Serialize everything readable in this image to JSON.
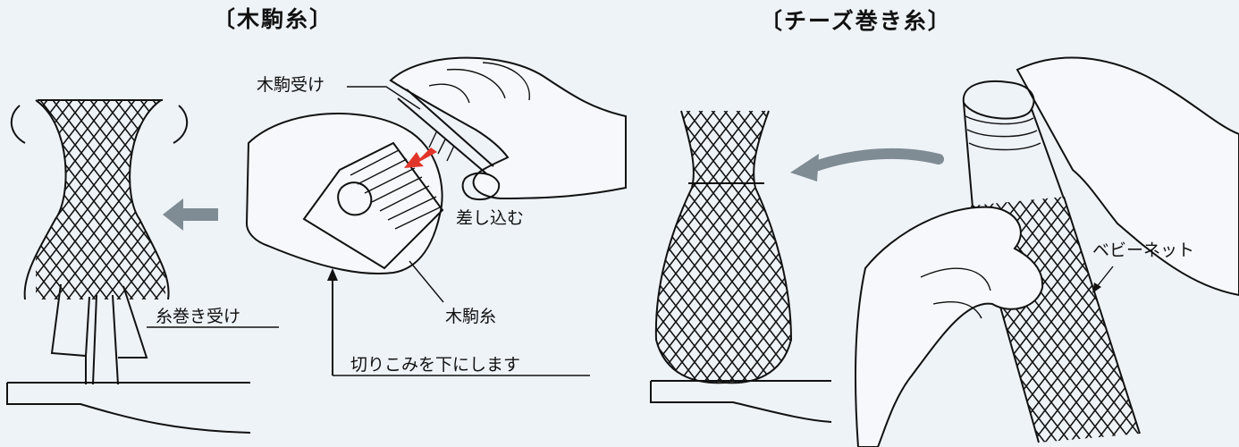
{
  "left_section": {
    "title": "〔木駒糸〕",
    "labels": {
      "holder": "木駒受け",
      "insert": "差し込む",
      "spool": "木駒糸",
      "slit_down": "切りこみを下にします",
      "thread_receiver": "糸巻き受け"
    }
  },
  "right_section": {
    "title": "〔チーズ巻き糸〕",
    "labels": {
      "baby_net": "ベビーネット"
    }
  },
  "colors": {
    "background": "#eef3f8",
    "line": "#111111",
    "arrow_gray": "#7f8c93",
    "arrow_red": "#e2352a"
  }
}
